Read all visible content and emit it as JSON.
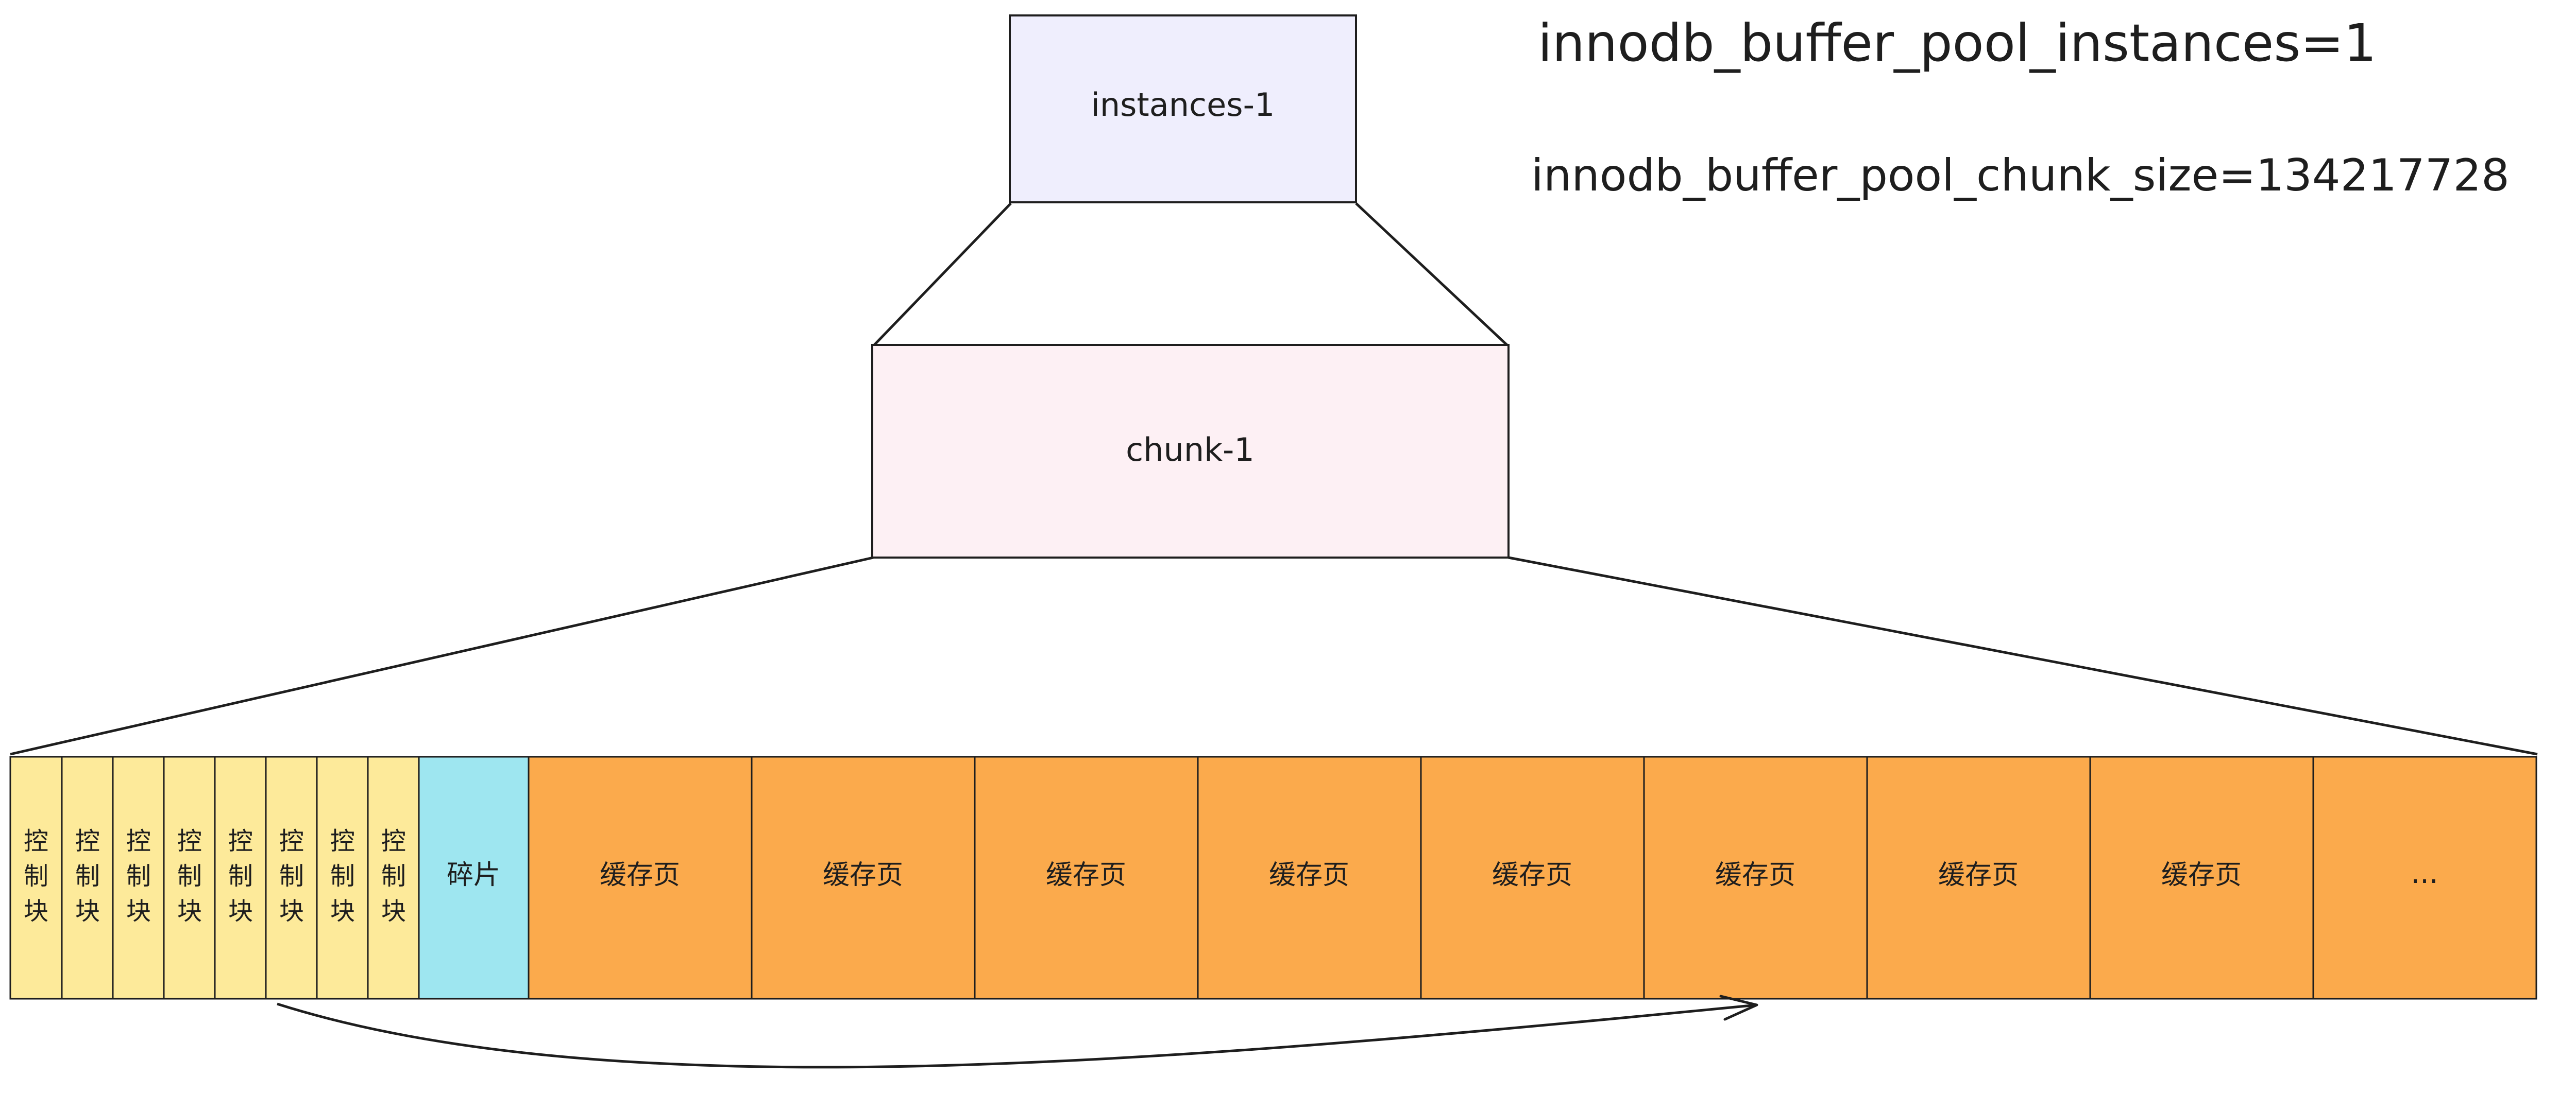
{
  "config": {
    "instances_line": "innodb_buffer_pool_instances=1",
    "chunk_size_line": "innodb_buffer_pool_chunk_size=134217728"
  },
  "instance": {
    "label": "instances-1"
  },
  "chunk": {
    "label": "chunk-1"
  },
  "control_block": {
    "chars": [
      "控",
      "制",
      "块"
    ]
  },
  "fragment": {
    "label": "碎片"
  },
  "cache_page": {
    "label": "缓存页"
  },
  "ellipsis": {
    "label": "..."
  },
  "colors": {
    "instance_fill": "#efeefd",
    "chunk_fill": "#fdf0f4",
    "control_fill": "#fdea9a",
    "fragment_fill": "#9ee6f0",
    "page_fill": "#fbaa4c",
    "stroke": "#1e1e1e"
  }
}
